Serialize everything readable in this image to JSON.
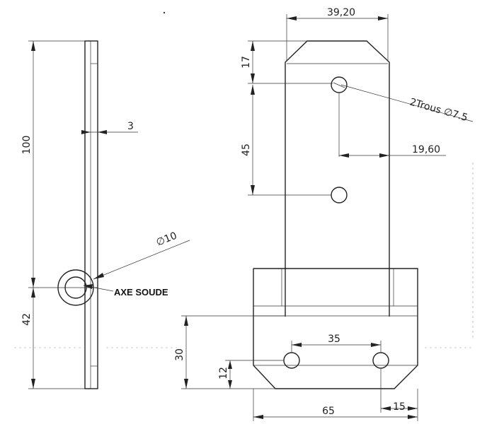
{
  "side_view": {
    "dim_height": "100",
    "dim_thickness": "3",
    "dim_bottom": "42",
    "dim_diameter": "∅10",
    "label_axe": "AXE SOUDE"
  },
  "front_view": {
    "dim_top_width": "39,20",
    "dim_chamfer": "17",
    "dim_hole_spacing_v": "45",
    "dim_holes_note": "2Trous ∅7.5",
    "dim_hole_offset": "19,60",
    "dim_base_height": "30",
    "dim_hole_height": "12",
    "dim_hole_spacing_h": "35",
    "dim_base_width": "65",
    "dim_edge_offset": "15"
  }
}
